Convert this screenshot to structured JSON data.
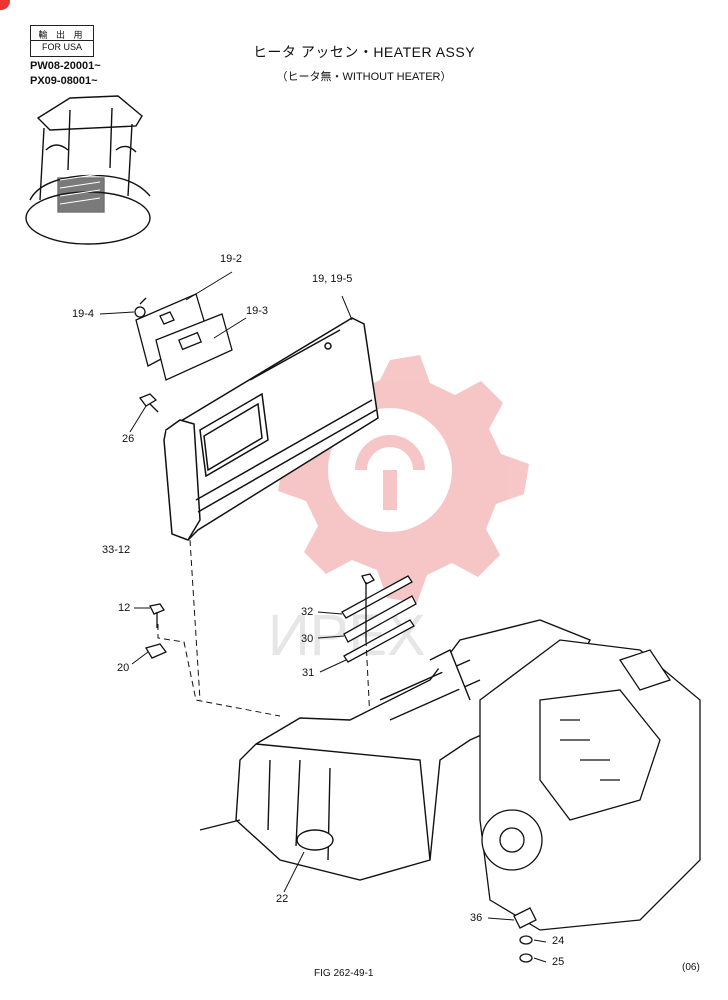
{
  "header": {
    "stamp_jp": "輸 出 用",
    "stamp_en": "FOR USA",
    "serial_1": "PW08-20001~",
    "serial_2": "PX09-08001~",
    "title": "ヒータ アッセン・HEATER ASSY",
    "subtitle": "（ヒータ無・WITHOUT HEATER）"
  },
  "callouts": {
    "c19_2": "19-2",
    "c19_4": "19-4",
    "c19_3": "19-3",
    "c19_19_5": "19, 19-5",
    "c26": "26",
    "c33_12": "33-12",
    "c12": "12",
    "c20": "20",
    "c32": "32",
    "c30": "30",
    "c31": "31",
    "c22": "22",
    "c36": "36",
    "c24": "24",
    "c25": "25"
  },
  "footer": {
    "figure": "FIG 262-49-1",
    "revision": "(06)"
  },
  "watermark": {
    "text": "ИРЕХ",
    "color": "#f4b3b3"
  }
}
